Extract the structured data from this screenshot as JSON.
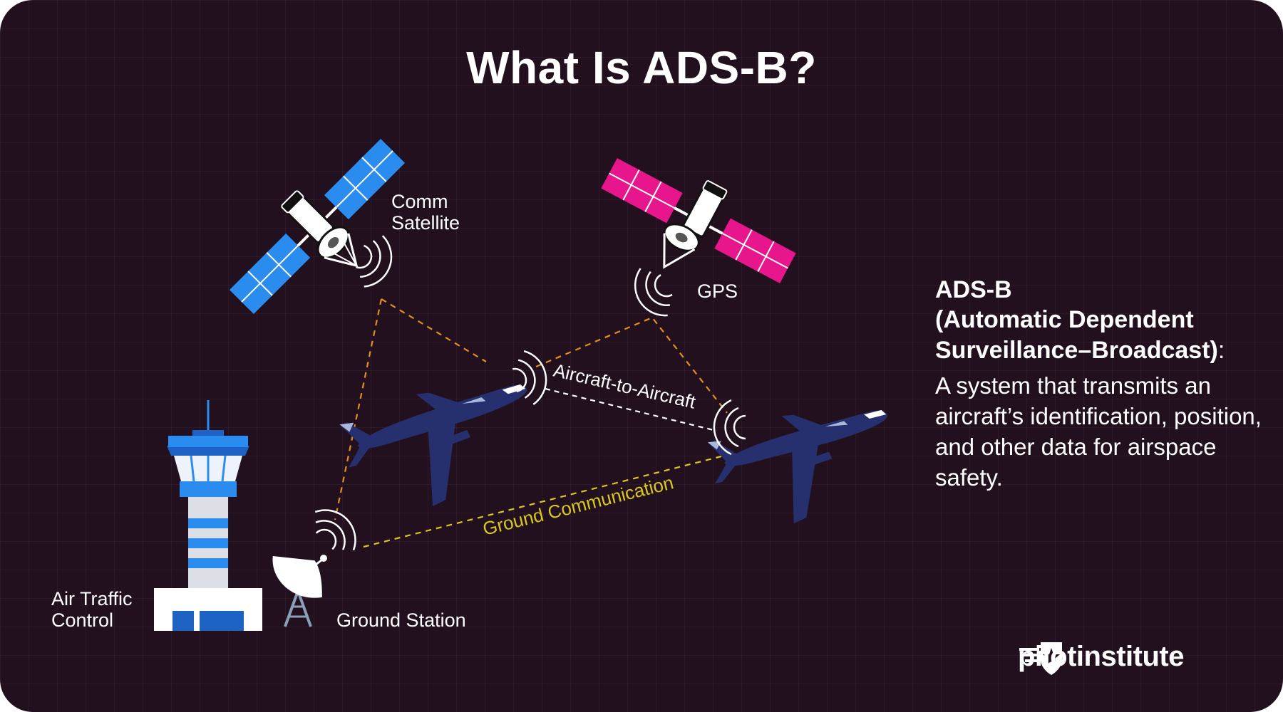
{
  "title": "What Is ADS-B?",
  "nodes": {
    "comm_satellite": "Comm\nSatellite",
    "gps": "GPS",
    "air_traffic_control": "Air Traffic\nControl",
    "ground_station": "Ground Station"
  },
  "links": {
    "aircraft_to_aircraft": "Aircraft-to-Aircraft",
    "ground_communication": "Ground Communication"
  },
  "info": {
    "name": "ADS-B",
    "full_name": "(Automatic Dependent\nSurveillance–Broadcast)",
    "colon": ":",
    "description": "A system that transmits an aircraft’s identification, position, and other data for airspace safety."
  },
  "brand": "pilotinstitute",
  "colors": {
    "background": "#22101f",
    "comm_panel": "#2b8cf0",
    "gps_panel": "#e8168d",
    "aircraft": "#27306f",
    "satellite_link": "#e0901b",
    "ground_link": "#d9c81c",
    "a2a_link": "#ffffff"
  },
  "icons": [
    "comm-satellite-icon",
    "gps-satellite-icon",
    "aircraft-icon",
    "control-tower-icon",
    "radar-dish-icon",
    "pilot-institute-logo"
  ]
}
